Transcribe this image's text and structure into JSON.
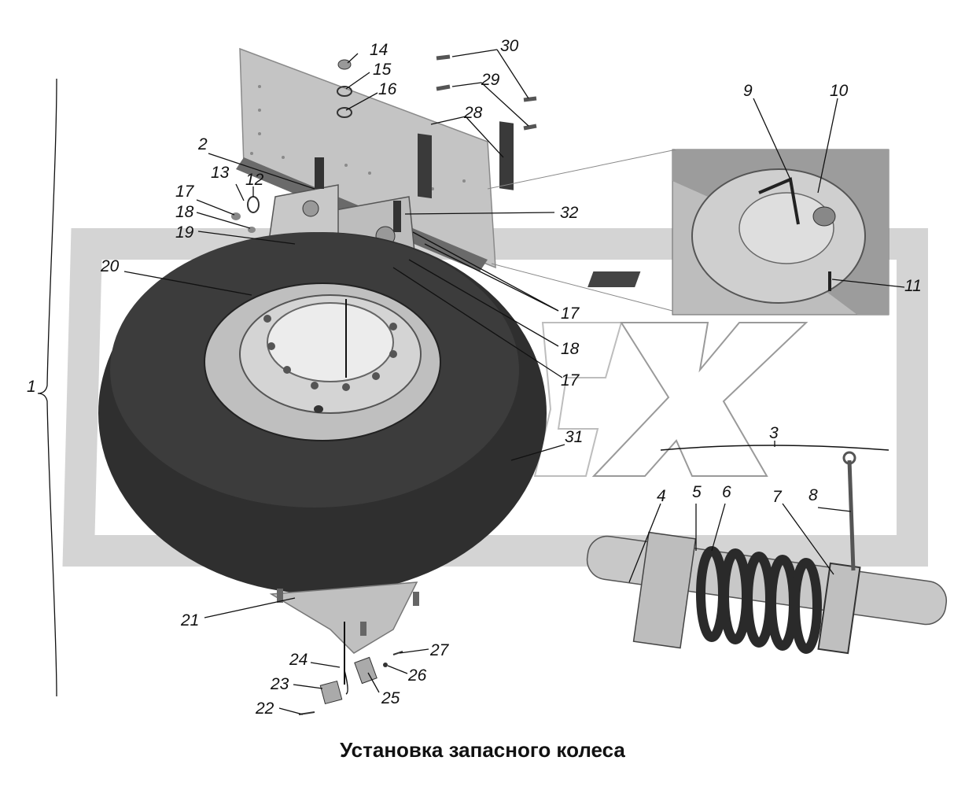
{
  "caption": "Установка запасного колеса",
  "labels": {
    "l1": "1",
    "l2": "2",
    "l3": "3",
    "l4": "4",
    "l5": "5",
    "l6": "6",
    "l7": "7",
    "l8": "8",
    "l9": "9",
    "l10": "10",
    "l11": "11",
    "l12": "12",
    "l13": "13",
    "l14": "14",
    "l15": "15",
    "l16": "16",
    "l17a": "17",
    "l17b": "17",
    "l17c": "17",
    "l18a": "18",
    "l18b": "18",
    "l19": "19",
    "l20": "20",
    "l21": "21",
    "l22": "22",
    "l23": "23",
    "l24": "24",
    "l25": "25",
    "l26": "26",
    "l27": "27",
    "l28": "28",
    "l29": "29",
    "l30": "30",
    "l31": "31",
    "l32": "32"
  },
  "colors": {
    "tire": "#2a2a2a",
    "tire_side": "#3a3a3a",
    "rim": "#c8c8c8",
    "plate": "#b4b4b4",
    "watermark": "#d6d6d6",
    "line": "#111111"
  }
}
